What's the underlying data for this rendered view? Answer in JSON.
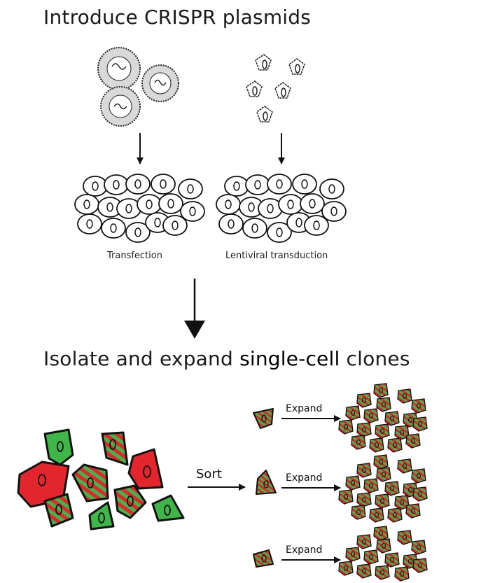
{
  "step1": {
    "heading": "Introduce CRISPR plasmids"
  },
  "methods": [
    {
      "label": "Transfection"
    },
    {
      "label": "Lentiviral transduction"
    }
  ],
  "step2": {
    "heading_before": "Isolate and expand ",
    "heading_emph": "single-cell",
    "heading_after": " clones"
  },
  "sort_label": "Sort",
  "expand_labels": [
    "Expand",
    "Expand",
    "Expand"
  ],
  "colors": {
    "red": "#e3262d",
    "green": "#3fb54a",
    "outline": "#111111"
  }
}
